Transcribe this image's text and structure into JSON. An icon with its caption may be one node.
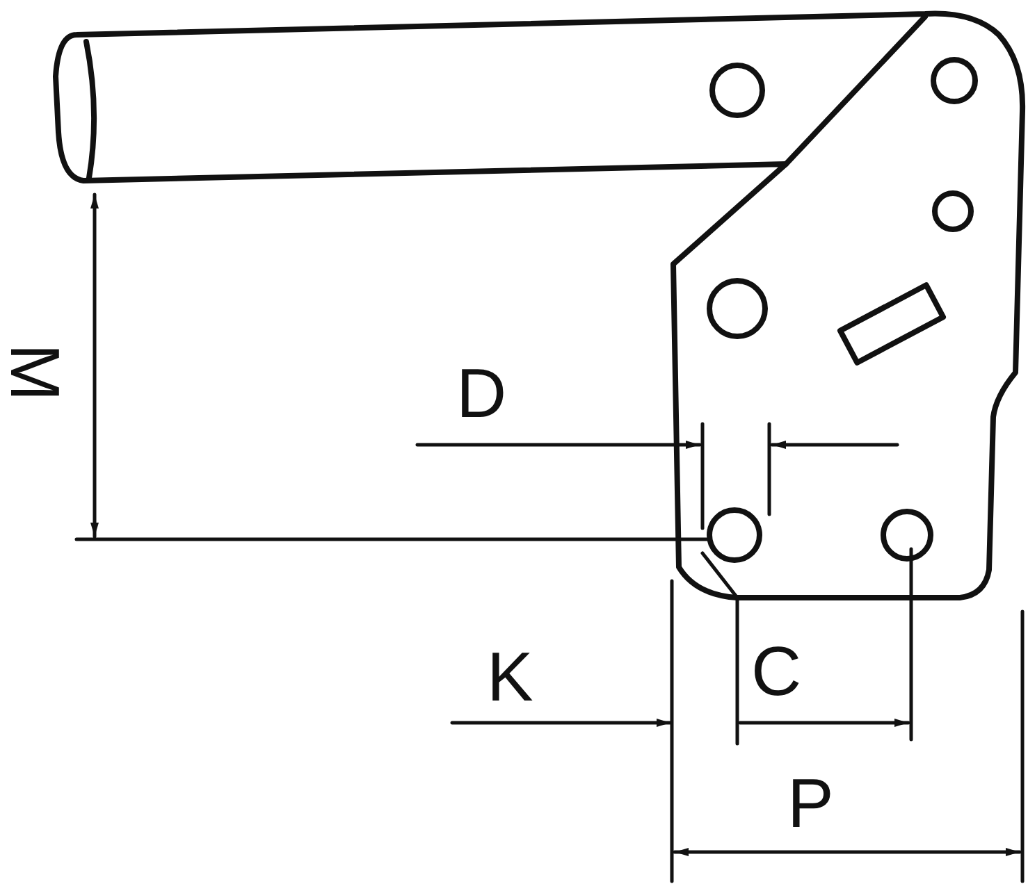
{
  "diagram": {
    "labels": [
      "M",
      "D",
      "K",
      "C",
      "P"
    ]
  }
}
